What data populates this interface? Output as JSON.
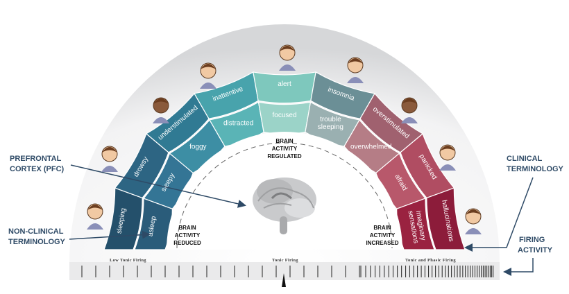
{
  "diagram": {
    "outer_ring": [
      "sleeping",
      "drowsy",
      "understimulated",
      "inattentive",
      "alert",
      "insomnia",
      "overstimulated",
      "panicked",
      "hallucinations"
    ],
    "inner_ring": [
      "asleep",
      "sleepy",
      "foggy",
      "distracted",
      "focused",
      "trouble sleeping",
      "overwhelmed",
      "afraid",
      "imaginary sensations"
    ],
    "left_labels": {
      "pfc": [
        "PREFRONTAL",
        "CORTEX (PFC)"
      ],
      "non_clinical": [
        "NON-CLINICAL",
        "TERMINOLOGY"
      ]
    },
    "right_labels": {
      "clinical": [
        "CLINICAL",
        "TERMINOLOGY"
      ],
      "firing": [
        "FIRING",
        "ACTIVITY"
      ]
    },
    "states": {
      "reduced": [
        "BRAIN",
        "ACTIVITY",
        "REDUCED"
      ],
      "regulated": [
        "BRAIN",
        "ACTIVITY",
        "REGULATED"
      ],
      "increased": [
        "BRAIN",
        "ACTIVITY",
        "INCREASED"
      ]
    },
    "scale": {
      "low": "Low Tonic Firing",
      "tonic": "Tonic Firing",
      "phasic": "Tonic and Phasic Firing"
    },
    "colors": {
      "outer": [
        "#24506b",
        "#2d6583",
        "#307a93",
        "#48a3ac",
        "#7ec8bd",
        "#6b8f96",
        "#a0616f",
        "#b04d62",
        "#8c1c3a"
      ],
      "inner": [
        "#2a5c7a",
        "#347595",
        "#3d8ea4",
        "#5ab4b6",
        "#9bd3c8",
        "#9ab0b1",
        "#b57d86",
        "#b8586b",
        "#9a2240"
      ]
    }
  }
}
